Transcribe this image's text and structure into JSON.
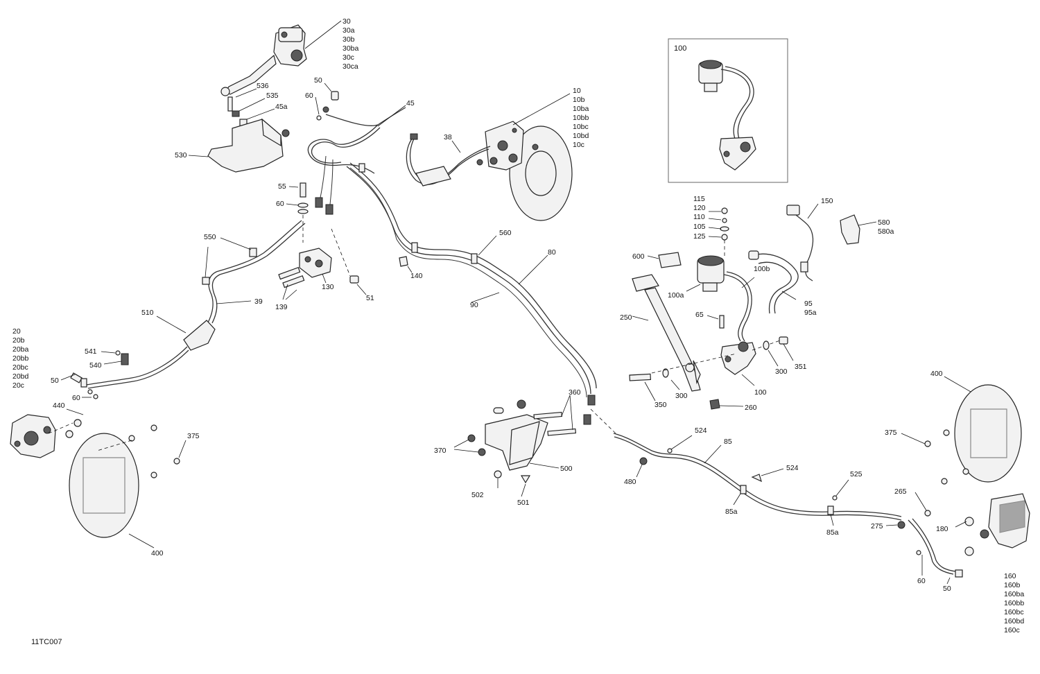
{
  "figure_ref": "11TC007",
  "inset_label": "100",
  "labels": {
    "l30": [
      "30",
      "30a",
      "30b",
      "30ba",
      "30c",
      "30ca"
    ],
    "l10": [
      "10",
      "10b",
      "10ba",
      "10bb",
      "10bc",
      "10bd",
      "10c"
    ],
    "l20": [
      "20",
      "20b",
      "20ba",
      "20bb",
      "20bc",
      "20bd",
      "20c"
    ],
    "l160": [
      "160",
      "160b",
      "160ba",
      "160bb",
      "160bc",
      "160bd",
      "160c"
    ],
    "l536": "536",
    "l535": "535",
    "l45a": "45a",
    "l50a": "50",
    "l60a": "60",
    "l45": "45",
    "l38": "38",
    "l530": "530",
    "l55": "55",
    "l60b": "60",
    "l550": "550",
    "l560": "560",
    "l80": "80",
    "l90": "90",
    "l140": "140",
    "l130": "130",
    "l51": "51",
    "l139": "139",
    "l39": "39",
    "l510": "510",
    "l541": "541",
    "l540": "540",
    "l50b": "50",
    "l60c": "60",
    "l440": "440",
    "l375a": "375",
    "l400a": "400",
    "l360": "360",
    "l370": "370",
    "l500": "500",
    "l502": "502",
    "l501": "501",
    "l115": "115",
    "l120": "120",
    "l110": "110",
    "l105": "105",
    "l125": "125",
    "l150": "150",
    "l580": "580",
    "l580a": "580a",
    "l600": "600",
    "l100a": "100a",
    "l100b": "100b",
    "l95": "95",
    "l95a": "95a",
    "l250": "250",
    "l65": "65",
    "l300a": "300",
    "l351": "351",
    "l300b": "300",
    "l350": "350",
    "l100": "100",
    "l260": "260",
    "l400b": "400",
    "l375b": "375",
    "l524a": "524",
    "l85": "85",
    "l480": "480",
    "l524b": "524",
    "l85a1": "85a",
    "l525": "525",
    "l85a2": "85a",
    "l265": "265",
    "l275": "275",
    "l180": "180",
    "l60d": "60",
    "l50c": "50"
  }
}
